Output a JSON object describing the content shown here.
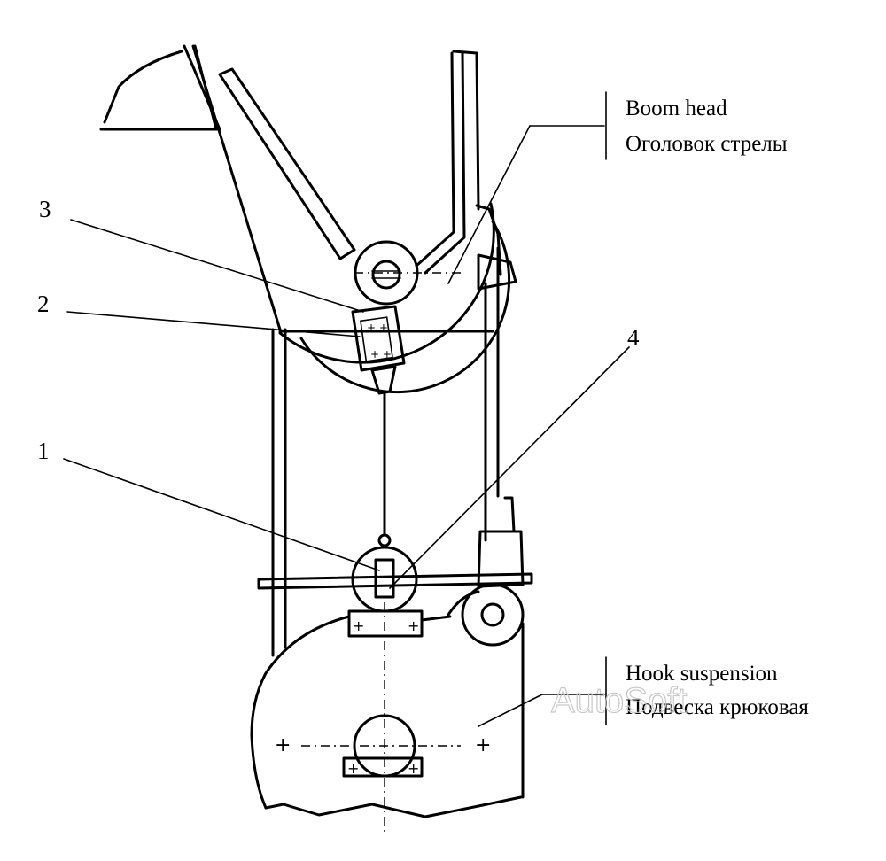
{
  "labels": {
    "boom_head_en": "Boom head",
    "boom_head_ru": "Оголовок стрелы",
    "hook_en": "Hook suspension",
    "hook_ru": "Подвеска крюковая"
  },
  "callouts": {
    "c1": "1",
    "c2": "2",
    "c3": "3",
    "c4": "4"
  },
  "watermark": "AutoSoft"
}
